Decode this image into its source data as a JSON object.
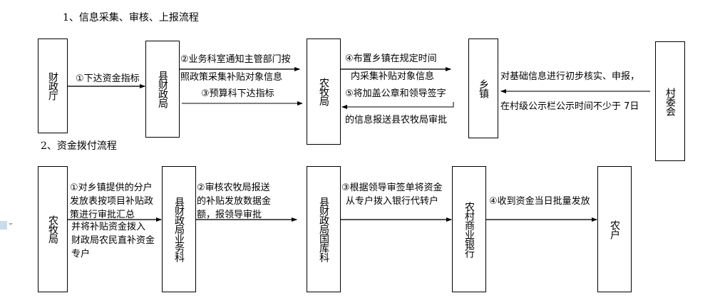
{
  "section1": {
    "title": "1、信息采集、审核、上报流程",
    "nodes": [
      {
        "id": "finance-dept",
        "label": "财政厅"
      },
      {
        "id": "county-finance",
        "label": "县财政局"
      },
      {
        "id": "agri-bureau",
        "label": "农牧局"
      },
      {
        "id": "township",
        "label": "乡镇"
      },
      {
        "id": "village-committee",
        "label": "村委会"
      }
    ],
    "edges": [
      {
        "lines": [
          "①下达资金指标"
        ]
      },
      {
        "lines": [
          "②业务科室通知主管部门按",
          "照政策采集补贴对象信息"
        ]
      },
      {
        "lines": [
          "③预算科下达指标"
        ]
      },
      {
        "lines": [
          "④布置乡镇在规定时间",
          "内采集补贴对象信息"
        ]
      },
      {
        "lines": [
          "⑤将加盖公章和领导签字",
          "的信息报送县农牧局审批"
        ]
      },
      {
        "lines": [
          "对基础信息进行初步核实、申报，",
          "在村级公示栏公示时间不少于 7日"
        ]
      }
    ]
  },
  "section2": {
    "title": "2、资金拨付流程",
    "nodes": [
      {
        "id": "agri-bureau",
        "label": "农牧局"
      },
      {
        "id": "county-finance-business",
        "label": "县财政局业务科"
      },
      {
        "id": "county-finance-treasury",
        "label": "县财政局国库科"
      },
      {
        "id": "rural-commercial-bank",
        "label": "农村商业银行"
      },
      {
        "id": "farmer",
        "label": "农户"
      }
    ],
    "edges": [
      {
        "above": [
          "①对乡镇提供的分户",
          "发放表按项目补贴政",
          "策进行审批汇总"
        ],
        "below": [
          "并将补贴资金拨入",
          "财政局农民直补资金",
          "专户"
        ]
      },
      {
        "above": [
          "②审核农牧局报送",
          "的补贴发放数据金",
          "额，报领导审批"
        ]
      },
      {
        "above": [
          "③根据领导审签单将资金",
          "从专户拨入银行代转户"
        ]
      },
      {
        "above": [
          "④收到资金当日批量发放"
        ]
      }
    ]
  },
  "colors": {
    "line": "#555555",
    "box_border": "#000000"
  }
}
